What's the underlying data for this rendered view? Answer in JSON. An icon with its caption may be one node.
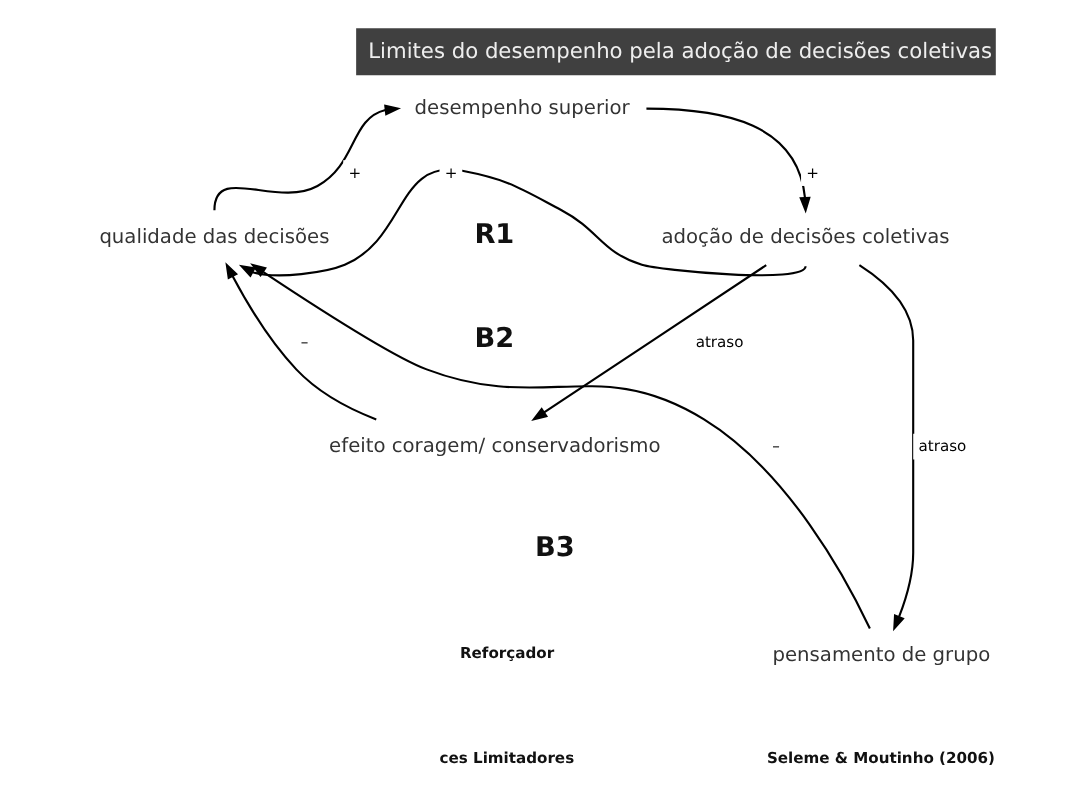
{
  "diagram": {
    "title": "Limites do desempenho pela adoção de decisões coletivas",
    "caption": "Seleme & Moutinho (2006)",
    "nodes": [
      {
        "text": [
          "qualidade das decisões"
        ]
      },
      {
        "text": [
          "desempenho superior"
        ]
      },
      {
        "text": [
          "adoção de decisões coletivas"
        ]
      },
      {
        "text": [
          "efeito coragem/ conservadorismo"
        ]
      },
      {
        "text": [
          "pensamento de grupo"
        ]
      }
    ],
    "edges": [
      {
        "from": 0,
        "to": 1,
        "arrow": "to",
        "label": "+"
      },
      {
        "from": 1,
        "to": 2,
        "arrow": "to",
        "label": "+"
      },
      {
        "from": 2,
        "to": 0,
        "arrow": "to",
        "label": "+"
      },
      {
        "from": 2,
        "to": 3,
        "arrow": "to",
        "label": "atraso"
      },
      {
        "from": 3,
        "to": 0,
        "arrow": "to",
        "label": "–"
      },
      {
        "from": 2,
        "to": 4,
        "arrow": "to",
        "label": "atraso"
      },
      {
        "from": 4,
        "to": 0,
        "arrow": "to",
        "label": "–"
      }
    ],
    "labels": [
      "R1",
      "B2",
      "B3",
      "Reforçador",
      "ces Limitadores"
    ]
  }
}
